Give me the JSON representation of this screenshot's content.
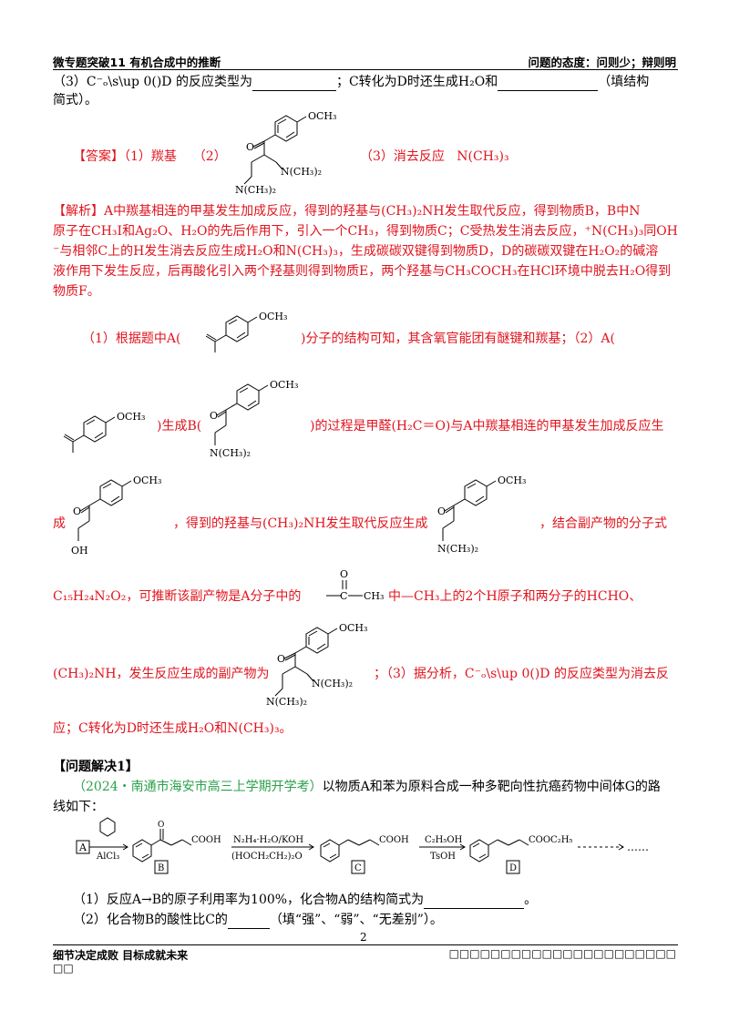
{
  "header": {
    "left": "微专题突破11    有机合成中的推断",
    "right": "问题的态度：问则少；辩则明"
  },
  "q3": {
    "line1": "（3）C⁻ₒ\\s\\up 0()D 的反应类型为",
    "mid": "；C转化为D时还生成H₂O和",
    "tail": "（填结构",
    "line2": "简式）。"
  },
  "answer": {
    "label": "【答案】",
    "a1": "（1）羰基",
    "a2": "（2）",
    "a3": "（3）消去反应",
    "a3b": "N(CH₃)₃"
  },
  "analysis": {
    "line1": "【解析】A中羰基相连的甲基发生加成反应，得到的羟基与(CH₃)₂NH发生取代反应，得到物质B，B中N",
    "line2": "原子在CH₃I和Ag₂O、H₂O的先后作用下，引入一个CH₃，得到物质C；C受热发生消去反应，⁺N(CH₃)₃同OH",
    "line3": "⁻与相邻C上的H发生消去反应生成H₂O和N(CH₃)₃，生成碳碳双键得到物质D，D的碳碳双键在H₂O₂的碱溶",
    "line4": "液作用下发生反应，后再酸化引入两个羟基则得到物质E，两个羟基与CH₃COCH₃在HCl环境中脱去H₂O得到",
    "line5": "物质F。"
  },
  "explain": {
    "p1a": "（1）根据题中A(",
    "p1b": ")分子的结构可知，其含氧官能团有醚键和羰基；（2）A(",
    "p2a": ")生成B(",
    "p2b": ")的过程是甲醛(H₂C＝O)与A中羰基相连的甲基发生加成反应生",
    "p3a": "成",
    "p3b": "，得到的羟基与(CH₃)₂NH发生取代反应生成",
    "p3c": "，结合副产物的分子式",
    "p4a": "C₁₅H₂₄N₂O₂，可推断该副产物是A分子中的",
    "p4b": "中—CH₃上的2个H原子和两分子的HCHO、",
    "p5a": "(CH₃)₂NH，发生反应生成的副产物为",
    "p5b": "；（3）据分析，C⁻ₒ\\s\\up 0()D 的反应类型为消去反",
    "p6": "应；C转化为D时还生成H₂O和N(CH₃)₃。"
  },
  "problem": {
    "heading": "【问题解决1】",
    "source": "（2024・南通市海安市高三上学期开学考）",
    "intro": "以物质A和苯为原料合成一种多靶向性抗癌药物中间体G的路",
    "intro2": "线如下：",
    "q1": "（1）反应A→B的原子利用率为100%，化合物A的结构简式为",
    "q1end": "。",
    "q2": "（2）化合物B的酸性比C的",
    "q2end": "（填“强”、“弱”、“无差别”）。"
  },
  "scheme": {
    "A": "A",
    "alcl3": "AlCl₃",
    "cooh": "COOH",
    "reag1": "N₂H₄·H₂O/KOH",
    "reag1b": "(HOCH₂CH₂)₂O",
    "reag2": "C₂H₅OH",
    "reag2b": "TsOH",
    "cooet": "COOC₂H₅",
    "B": "B",
    "C": "C",
    "D": "D",
    "dots": "……"
  },
  "chem": {
    "och3": "OCH₃",
    "o": "O",
    "nme2": "N(CH₃)₂",
    "oh": "OH",
    "ch3": "CH₃",
    "co": "C"
  },
  "footer": {
    "left": "细节决定成败    目标成就未来",
    "left2": "□□",
    "page": "2",
    "right": "□□□□□□□□□□□□□□□□□□□□□□"
  }
}
